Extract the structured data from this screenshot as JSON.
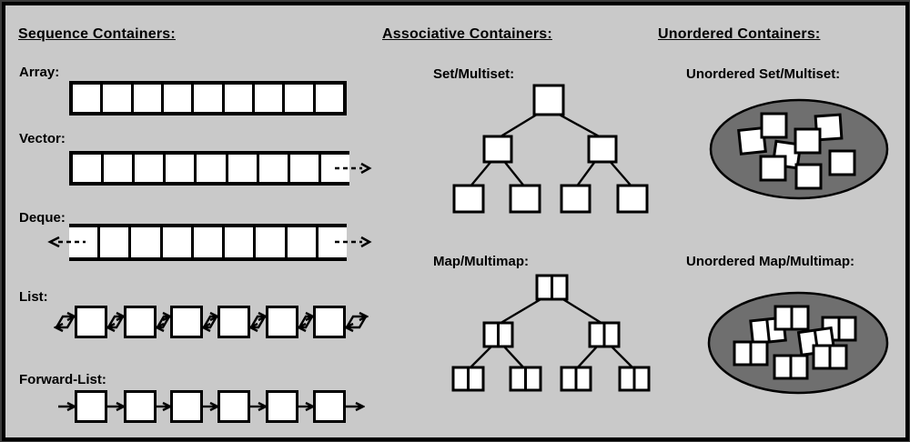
{
  "columns": [
    {
      "header": "Sequence Containers:",
      "items": [
        {
          "label": "Array:",
          "structure": "contiguous-fixed",
          "cells": 9
        },
        {
          "label": "Vector:",
          "structure": "contiguous-growable",
          "cells": 9,
          "growth": "right"
        },
        {
          "label": "Deque:",
          "structure": "contiguous-growable-both",
          "cells": 9,
          "growth": "both"
        },
        {
          "label": "List:",
          "structure": "doubly-linked-list",
          "nodes": 6
        },
        {
          "label": "Forward-List:",
          "structure": "singly-linked-list",
          "nodes": 6
        }
      ]
    },
    {
      "header": "Associative Containers:",
      "items": [
        {
          "label": "Set/Multiset:",
          "structure": "binary-tree",
          "nodes": 7,
          "cells_per_node": 1
        },
        {
          "label": "Map/Multimap:",
          "structure": "binary-tree",
          "nodes": 7,
          "cells_per_node": 2
        }
      ]
    },
    {
      "header": "Unordered Containers:",
      "items": [
        {
          "label": "Unordered Set/Multiset:",
          "structure": "hash-bucket",
          "elements": 8,
          "cells_per_element": 1
        },
        {
          "label": "Unordered Map/Multimap:",
          "structure": "hash-bucket",
          "elements": 7,
          "cells_per_element": 2
        }
      ]
    }
  ],
  "colors": {
    "background": "#c9c9c9",
    "outer_border_area": "#3b3b3b",
    "frame_border": "#000000",
    "element_fill": "#ffffff",
    "bucket_fill": "#6f6f6f",
    "line": "#000000"
  }
}
